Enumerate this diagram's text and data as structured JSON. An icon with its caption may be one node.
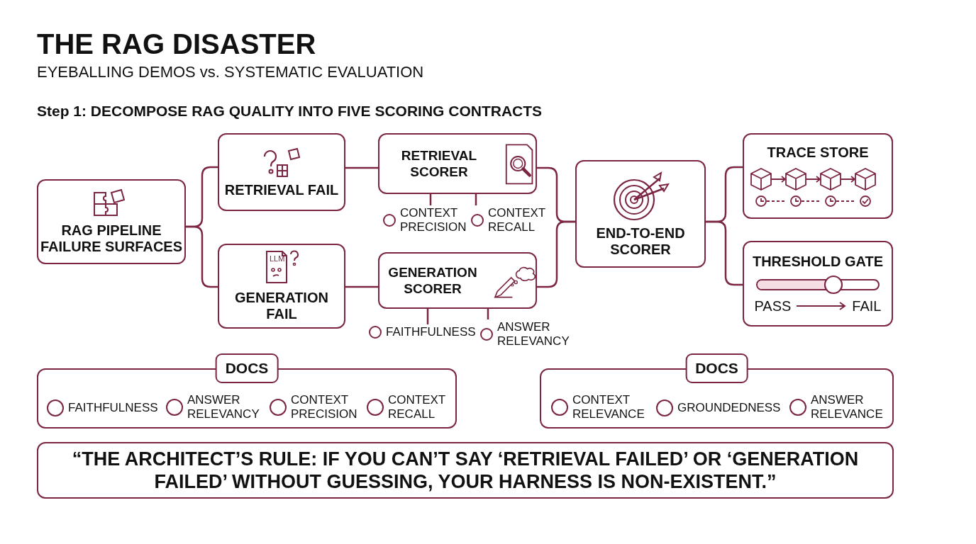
{
  "diagram": {
    "title": "THE RAG DISASTER",
    "nodes": [
      {
        "text": [
          "RAG PIPELINE FAILURE SURFACES"
        ]
      },
      {
        "text": [
          "RETRIEVAL FAIL"
        ]
      },
      {
        "text": [
          "GENERATION FAIL"
        ]
      },
      {
        "text": [
          "RETRIEVAL SCORER"
        ]
      },
      {
        "text": [
          "GENERATION SCORER"
        ]
      },
      {
        "text": [
          "END-TO-END SCORER"
        ]
      },
      {
        "text": [
          "TRACE STORE"
        ]
      },
      {
        "text": [
          "THRESHOLD GATE",
          "PASS",
          "FAIL"
        ]
      },
      {
        "text": [
          "CONTEXT PRECISION"
        ]
      },
      {
        "text": [
          "CONTEXT RECALL"
        ]
      },
      {
        "text": [
          "FAITHFULNESS"
        ]
      },
      {
        "text": [
          "ANSWER RELEVANCY"
        ]
      },
      {
        "text": [
          "DOCS"
        ]
      },
      {
        "text": [
          "FAITHFULNESS"
        ],
        "in": 12
      },
      {
        "text": [
          "ANSWER RELEVANCY"
        ],
        "in": 12
      },
      {
        "text": [
          "CONTEXT PRECISION"
        ],
        "in": 12
      },
      {
        "text": [
          "CONTEXT RECALL"
        ],
        "in": 12
      },
      {
        "text": [
          "DOCS"
        ]
      },
      {
        "text": [
          "CONTEXT RELEVANCE"
        ],
        "in": 17
      },
      {
        "text": [
          "GROUNDEDNESS"
        ],
        "in": 17
      },
      {
        "text": [
          "ANSWER RELEVANCE"
        ],
        "in": 17
      },
      {
        "text": [
          "“THE ARCHITECT’S RULE: IF YOU CAN’T SAY ‘RETRIEVAL FAILED’ OR ‘GENERATION FAILED’ WITHOUT GUESSING, YOUR HARNESS IS NON-EXISTENT.”"
        ]
      }
    ],
    "edges": [
      {
        "from": 0,
        "to": 1,
        "arrow": "none"
      },
      {
        "from": 0,
        "to": 2,
        "arrow": "none"
      },
      {
        "from": 1,
        "to": 3,
        "arrow": "none"
      },
      {
        "from": 2,
        "to": 4,
        "arrow": "none"
      },
      {
        "from": 3,
        "to": 5,
        "arrow": "none"
      },
      {
        "from": 4,
        "to": 5,
        "arrow": "none"
      },
      {
        "from": 5,
        "to": 6,
        "arrow": "none"
      },
      {
        "from": 5,
        "to": 7,
        "arrow": "none"
      },
      {
        "from": 3,
        "to": 8,
        "arrow": "none"
      },
      {
        "from": 3,
        "to": 9,
        "arrow": "none"
      },
      {
        "from": 4,
        "to": 10,
        "arrow": "none"
      },
      {
        "from": 4,
        "to": 11,
        "arrow": "none"
      }
    ],
    "labels": [
      "EYEBALLING DEMOS vs. SYSTEMATIC EVALUATION",
      "**Step 1:** DECOMPOSE RAG QUALITY INTO FIVE SCORING CONTRACTS",
      "LLM"
    ]
  }
}
